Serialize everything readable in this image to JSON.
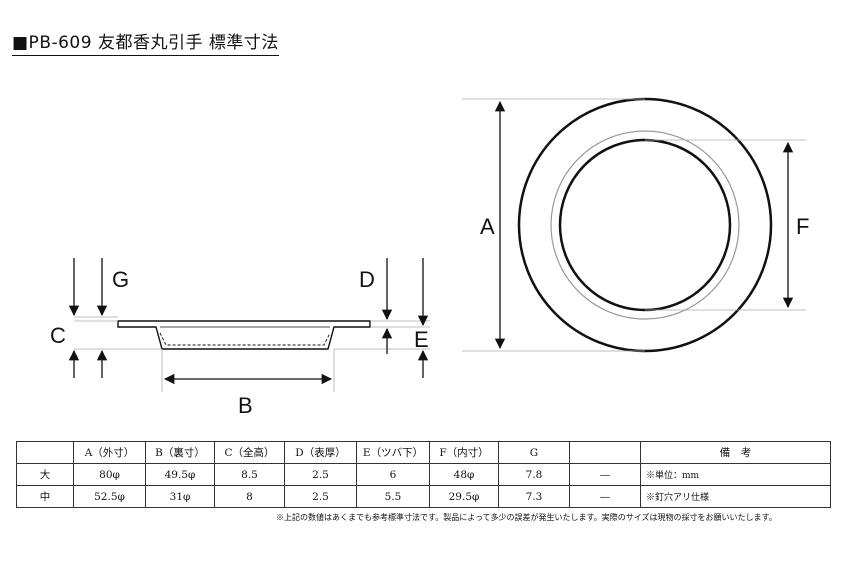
{
  "title": "■PB-609 友都香丸引手 標準寸法",
  "labels": {
    "A": "A",
    "B": "B",
    "C": "C",
    "D": "D",
    "E": "E",
    "F": "F",
    "G": "G"
  },
  "table": {
    "headers": [
      "",
      "A（外寸）",
      "B（裏寸）",
      "C（全高）",
      "D（表厚）",
      "E（ツバ下）",
      "F（内寸）",
      "G",
      "",
      "備　考"
    ],
    "rows": [
      {
        "size": "大",
        "A": "80φ",
        "B": "49.5φ",
        "C": "8.5",
        "D": "2.5",
        "E": "6",
        "F": "48φ",
        "G": "7.8",
        "extra": "—"
      },
      {
        "size": "中",
        "A": "52.5φ",
        "B": "31φ",
        "C": "8",
        "D": "2.5",
        "E": "5.5",
        "F": "29.5φ",
        "G": "7.3",
        "extra": "—"
      }
    ],
    "notes": [
      "※単位：mm",
      "※釘穴アリ仕様"
    ]
  },
  "footnote": "※上記の数値はあくまでも参考標準寸法です。製品によって多少の誤差が発生いたします。実際のサイズは現物の採寸をお願いいたします。"
}
